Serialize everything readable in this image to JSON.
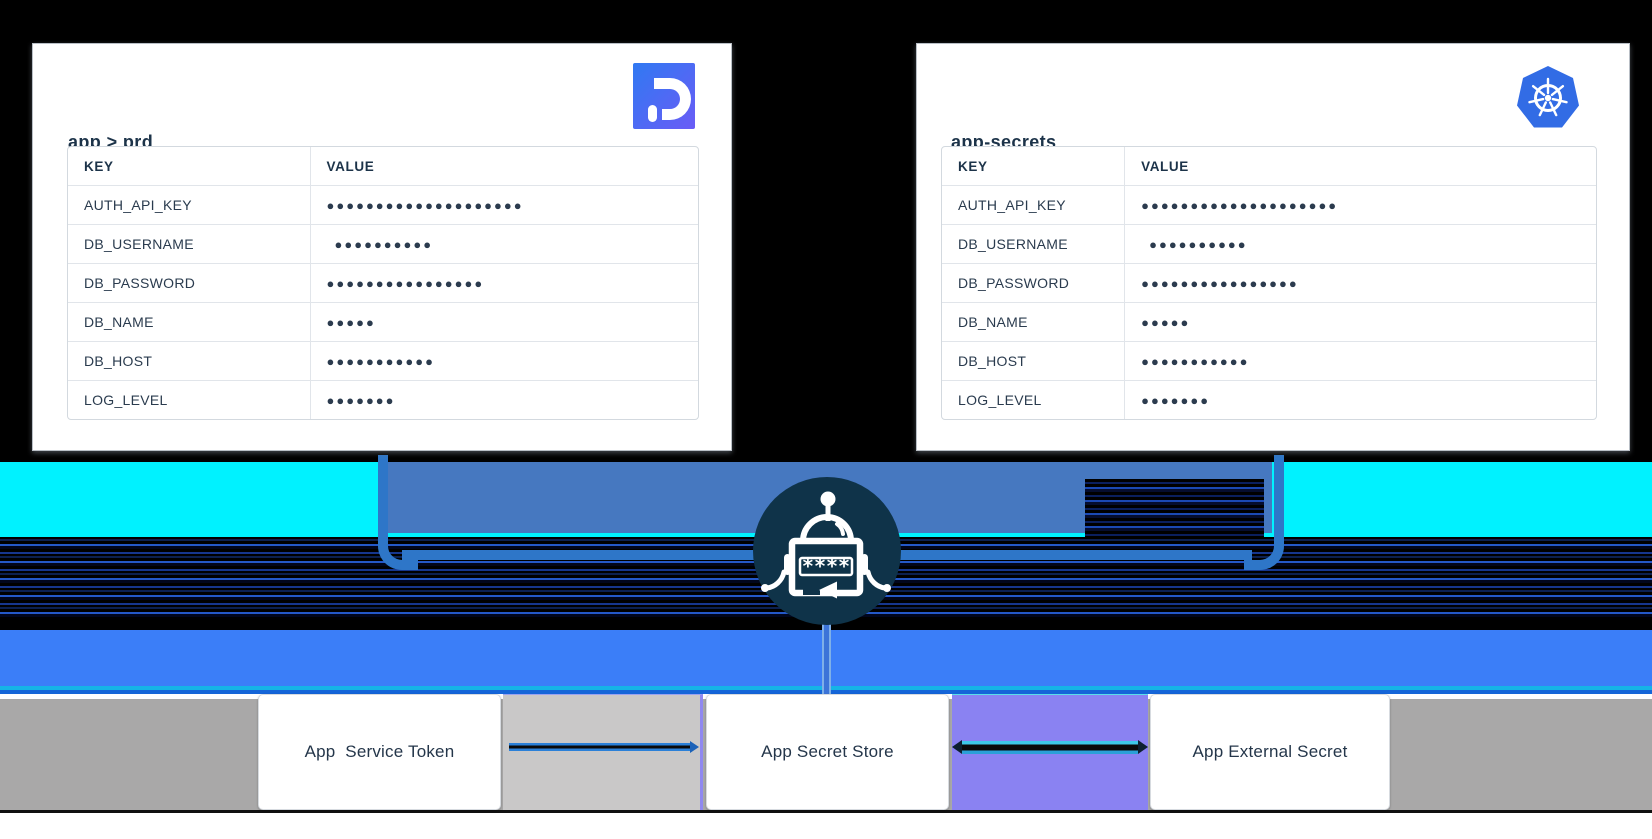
{
  "left_card": {
    "title": "app > prd",
    "logo_icon": "doppler-logo"
  },
  "right_card": {
    "title": "app-secrets",
    "logo_icon": "kubernetes-logo"
  },
  "secrets": {
    "headers": [
      "KEY",
      "VALUE"
    ],
    "mask_char": "●",
    "rows": [
      {
        "key": "AUTH_API_KEY",
        "dots": 20
      },
      {
        "key": "DB_USERNAME",
        "dots": 10,
        "indent": true
      },
      {
        "key": "DB_PASSWORD",
        "dots": 16
      },
      {
        "key": "DB_NAME",
        "dots": 5
      },
      {
        "key": "DB_HOST",
        "dots": 11
      },
      {
        "key": "LOG_LEVEL",
        "dots": 7
      }
    ]
  },
  "robot": {
    "icon": "password-sync-robot-icon",
    "password_mask": "****"
  },
  "flow_boxes": [
    {
      "label": "App  Service Token"
    },
    {
      "label": "App Secret Store"
    },
    {
      "label": "App External Secret"
    }
  ],
  "colors": {
    "cyan_band": "#00F2FF",
    "pipe_blue": "#4678C0",
    "bracket_blue": "#2E76C8",
    "bottom_blue_band": "#3B7EF8",
    "gray_band": "#A9A8A8",
    "robot_navy": "#0F3349",
    "doppler_gradient": [
      "#3079F2",
      "#6A5CF6"
    ],
    "kubernetes_blue": "#326CE5",
    "connector_gray": "#C9C8C8",
    "connector_purple": "#8A82F2",
    "text_navy": "#1C3349"
  }
}
